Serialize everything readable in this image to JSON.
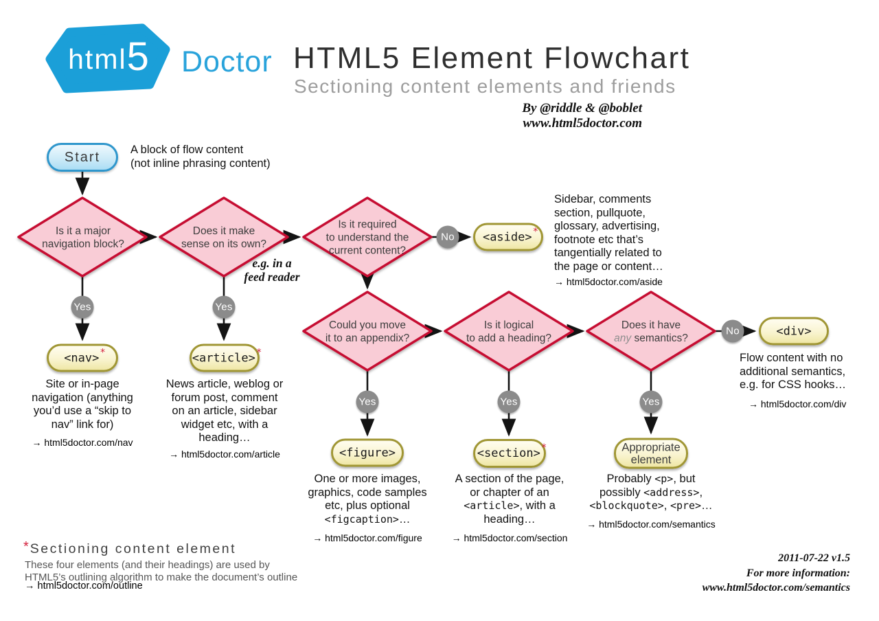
{
  "header": {
    "logo_badge_main": "html",
    "logo_badge_5": "5",
    "logo_doctor": "Doctor",
    "title": "HTML5 Element Flowchart",
    "subtitle": "Sectioning content elements and friends",
    "byline1": "By @riddle & @boblet",
    "byline2": "www.html5doctor.com"
  },
  "start": {
    "label": "Start",
    "note": "A block of flow content\n(not inline phrasing content)"
  },
  "labels": {
    "yes": "Yes",
    "no": "No"
  },
  "decisions": {
    "nav_q": "Is it a major\nnavigation block?",
    "own_q": "Does it make\nsense on its own?",
    "own_note": "e.g. in a\nfeed reader",
    "required_q": "Is it required\nto understand the\ncurrent content?",
    "appendix_q": "Could you move\nit to an appendix?",
    "heading_q": "Is it logical\nto add a heading?",
    "semantics_q_line1": "Does it have",
    "semantics_q_italic": "any",
    "semantics_q_rest": " semantics?"
  },
  "elements": {
    "nav": {
      "tag": "<nav>",
      "star": "*",
      "desc": "Site or in-page\nnavigation (anything\nyou’d use a “skip to\nnav” link for)",
      "link": "→ html5doctor.com/nav"
    },
    "article": {
      "tag": "<article>",
      "star": "*",
      "desc": "News article, weblog or\nforum post, comment\non an article, sidebar\nwidget etc, with a\nheading…",
      "link": "→ html5doctor.com/article"
    },
    "aside": {
      "tag": "<aside>",
      "star": "*",
      "desc": "Sidebar, comments\nsection, pullquote,\nglossary, advertising,\nfootnote etc that’s\ntangentially related to\nthe page or content…",
      "link": "→ html5doctor.com/aside"
    },
    "figure": {
      "tag": "<figure>",
      "desc_pre": "One or more images,\ngraphics, code samples\netc, plus optional\n",
      "desc_code": "<figcaption>",
      "desc_post": "…",
      "link": "→ html5doctor.com/figure"
    },
    "section": {
      "tag": "<section>",
      "star": "*",
      "desc_pre": "A section of the page,\nor chapter of an\n",
      "desc_code": "<article>",
      "desc_post": ", with a\nheading…",
      "link": "→ html5doctor.com/section"
    },
    "div": {
      "tag": "<div>",
      "desc": "Flow content with no\nadditional semantics,\ne.g. for CSS hooks…",
      "link": "→ html5doctor.com/div"
    },
    "appropriate": {
      "label": "Appropriate\nelement",
      "desc_1pre": "Probably ",
      "desc_1code": "<p>",
      "desc_1post": ", but",
      "desc_2pre": "possibly ",
      "desc_2code": "<address>",
      "desc_2post": ",",
      "desc_3code1": "<blockquote>",
      "desc_3mid": ", ",
      "desc_3code2": "<pre>",
      "desc_3post": "…",
      "link": "→ html5doctor.com/semantics"
    }
  },
  "footer": {
    "left_star": "*",
    "left_title": "Sectioning content element",
    "left_body": "These four elements (and their headings) are used by\nHTML5’s outlining algorithm to make the document’s outline",
    "left_link": "→ html5doctor.com/outline",
    "right_line1": "2011-07-22 v1.5",
    "right_line2": "For more information:",
    "right_line3": "www.html5doctor.com/semantics"
  },
  "colors": {
    "brand_blue": "#1b9fd8",
    "diamond_fill": "#f9ccd6",
    "diamond_border": "#c60c30",
    "pill_border": "#a09634",
    "circle_gray": "#8b8b8b",
    "star_red": "#d4213d"
  }
}
